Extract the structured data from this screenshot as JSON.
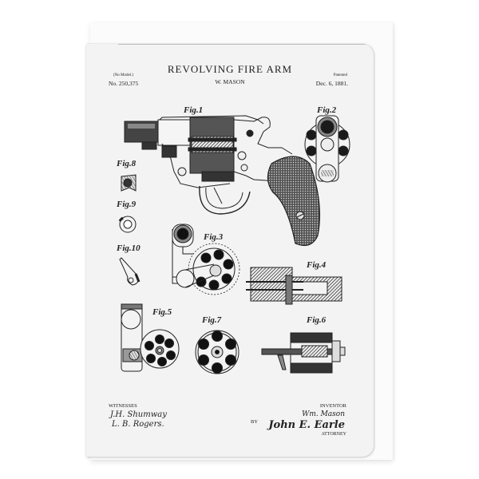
{
  "card": {
    "header": {
      "title": "REVOLVING FIRE ARM",
      "inventor_name": "W. MASON",
      "no_model": "(No Model.)",
      "patent_number": "No. 250,375",
      "patented_label": "Patented",
      "patent_date": "Dec. 6, 1881."
    },
    "figures": [
      {
        "label": "Fig.1",
        "subject": "revolver-side-view"
      },
      {
        "label": "Fig.2",
        "subject": "cylinder-rear-view"
      },
      {
        "label": "Fig.3",
        "subject": "cylinder-and-latch"
      },
      {
        "label": "Fig.4",
        "subject": "cylinder-section"
      },
      {
        "label": "Fig.5",
        "subject": "frame-and-cylinder"
      },
      {
        "label": "Fig.6",
        "subject": "ejector-section"
      },
      {
        "label": "Fig.7",
        "subject": "cylinder-face"
      },
      {
        "label": "Fig.8",
        "subject": "catch-detail"
      },
      {
        "label": "Fig.9",
        "subject": "ring-detail"
      },
      {
        "label": "Fig.10",
        "subject": "lever-detail"
      }
    ],
    "footer": {
      "witnesses_label": "WITNESSES",
      "witness_signatures": [
        "J.H. Shumway",
        "L. B. Rogers."
      ],
      "by_label": "BY",
      "inventor_label": "INVENTOR",
      "inventor_signature": "Wm. Mason",
      "attorney_signature": "John E. Earle",
      "attorney_label": "ATTORNEY"
    }
  },
  "colors": {
    "ink": "#222222",
    "card": "#f3f3f3",
    "envelope": "#fbfbfb",
    "background": "#ffffff"
  }
}
